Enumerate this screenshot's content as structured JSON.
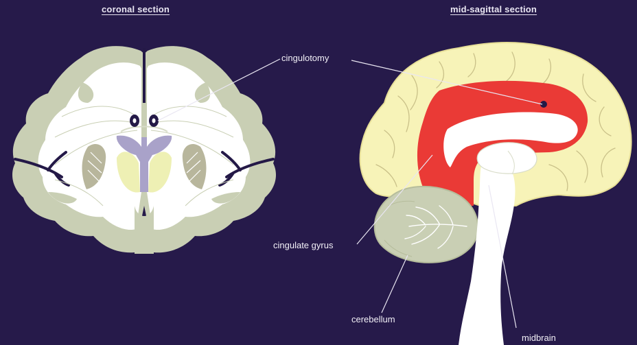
{
  "titles": {
    "coronal": "coronal section",
    "sagittal": "mid-sagittal section"
  },
  "labels": {
    "cingulotomy": "cingulotomy",
    "cingulate_gyrus": "cingulate gyrus",
    "cerebellum": "cerebellum",
    "midbrain": "midbrain"
  },
  "colors": {
    "background": "#261a4a",
    "cortex_outer": "#c9cfb4",
    "cortex_yellow": "#f7f3b8",
    "white_matter": "#ffffff",
    "cingulate_red": "#ea3a36",
    "ventricle_lavender": "#a9a2c9",
    "basal_ganglia": "#b8b69c",
    "thalamus_yellow": "#eef0b4",
    "sulcus_dark": "#241947"
  }
}
